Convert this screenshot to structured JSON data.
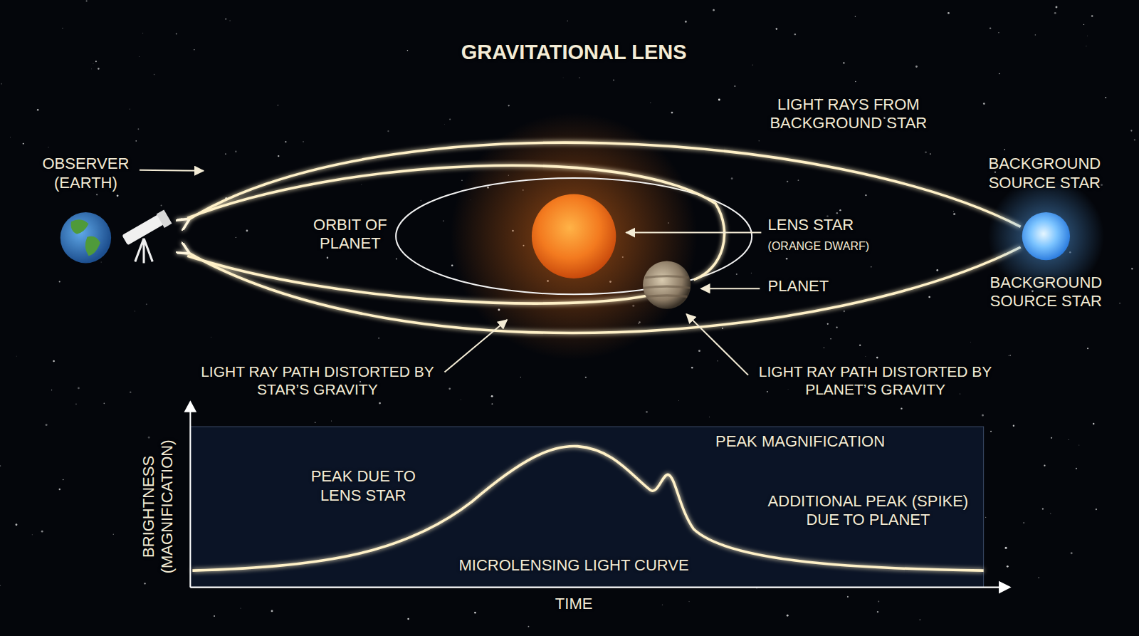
{
  "diagram": {
    "title": "GRAVITATIONAL LENS",
    "labels": [
      "OBSERVER (EARTH)",
      "LIGHT RAYS FROM BACKGROUND STAR",
      "BACKGROUND SOURCE STAR",
      "ORBIT OF PLANET",
      "LENS STAR",
      "(ORANGE DWARF)",
      "PLANET",
      "BACKGROUND SOURCE STAR",
      "LIGHT RAY PATH DISTORTED BY STAR’S GRAVITY",
      "LIGHT RAY PATH DISTORTED BY PLANET’S GRAVITY",
      "BRIGHTNESS (MAGNIFICATION)",
      "PEAK MAGNIFICATION",
      "PEAK DUE TO LENS STAR",
      "ADDITIONAL PEAK (SPIKE) DUE TO PLANET",
      "MICROLENSING LIGHT CURVE",
      "TIME"
    ]
  }
}
